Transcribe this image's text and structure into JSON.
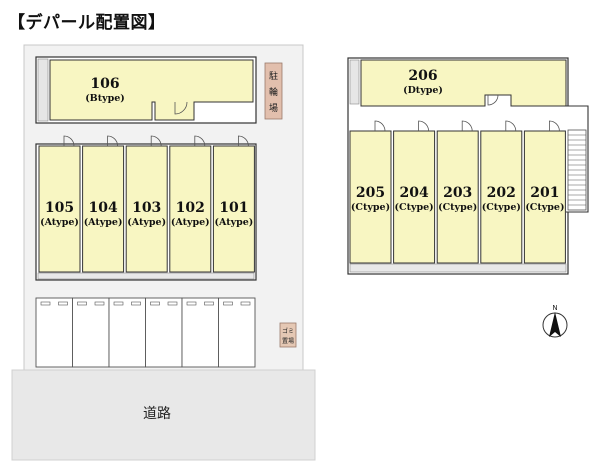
{
  "title": "【デパール配置図】",
  "road_label": "道路",
  "bicycle_parking": [
    "駐",
    "輪",
    "場"
  ],
  "garbage_area": [
    "ゴミ",
    "置場"
  ],
  "north_label": "N",
  "colors": {
    "unit_fill": "#f8f6c2",
    "unit_border": "#333333",
    "ground": "#f2f2f2",
    "road": "#e8e8e8",
    "bike_parking": "#e2bfad",
    "garbage": "#e5c8b4",
    "parking_space": "#ffffff"
  },
  "building_left": {
    "top_unit": {
      "number": "106",
      "type": "(Btype)"
    },
    "units": [
      {
        "number": "105",
        "type": "(Atype)"
      },
      {
        "number": "104",
        "type": "(Atype)"
      },
      {
        "number": "103",
        "type": "(Atype)"
      },
      {
        "number": "102",
        "type": "(Atype)"
      },
      {
        "number": "101",
        "type": "(Atype)"
      }
    ]
  },
  "building_right": {
    "top_unit": {
      "number": "206",
      "type": "(Dtype)"
    },
    "units": [
      {
        "number": "205",
        "type": "(Ctype)"
      },
      {
        "number": "204",
        "type": "(Ctype)"
      },
      {
        "number": "203",
        "type": "(Ctype)"
      },
      {
        "number": "202",
        "type": "(Ctype)"
      },
      {
        "number": "201",
        "type": "(Ctype)"
      }
    ]
  },
  "parking_spaces": 6
}
